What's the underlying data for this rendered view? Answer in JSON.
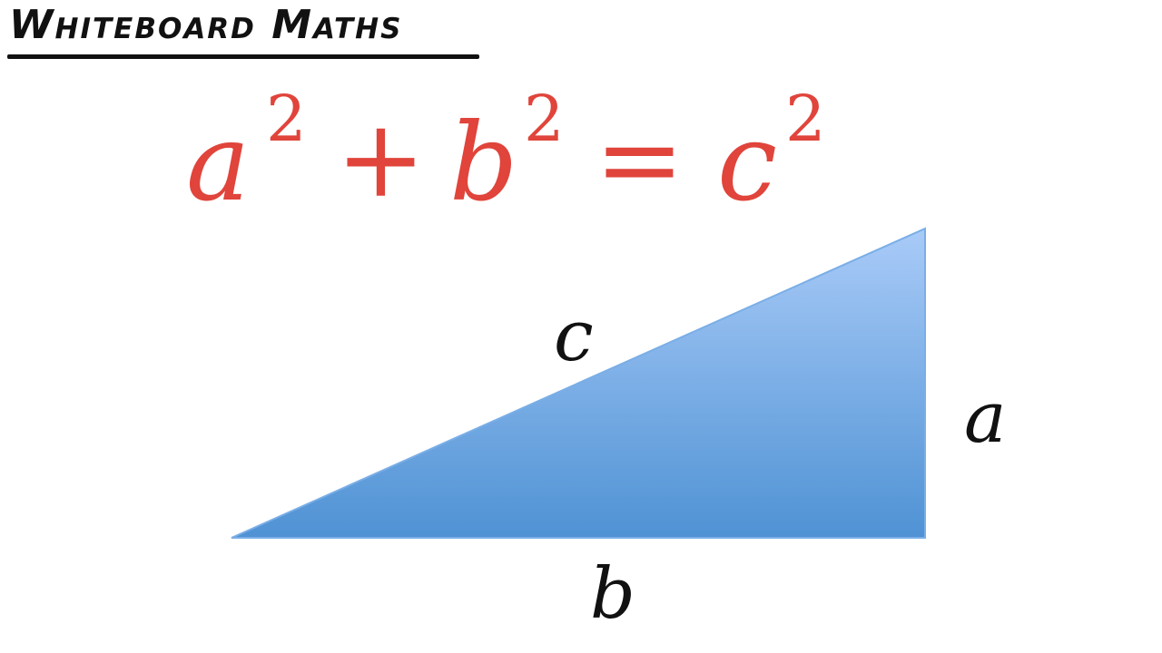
{
  "header": {
    "brand": "Whiteboard Maths"
  },
  "formula": {
    "a": "a",
    "a_exp": "2",
    "plus": "+",
    "b": "b",
    "b_exp": "2",
    "equals": "=",
    "c": "c",
    "c_exp": "2",
    "color": "#e0443b"
  },
  "triangle": {
    "labels": {
      "hypotenuse": "c",
      "vertical": "a",
      "base": "b"
    },
    "fill_top": "#a9cbf8",
    "fill_bottom": "#4f92d4",
    "stroke": "#7aaee6"
  }
}
